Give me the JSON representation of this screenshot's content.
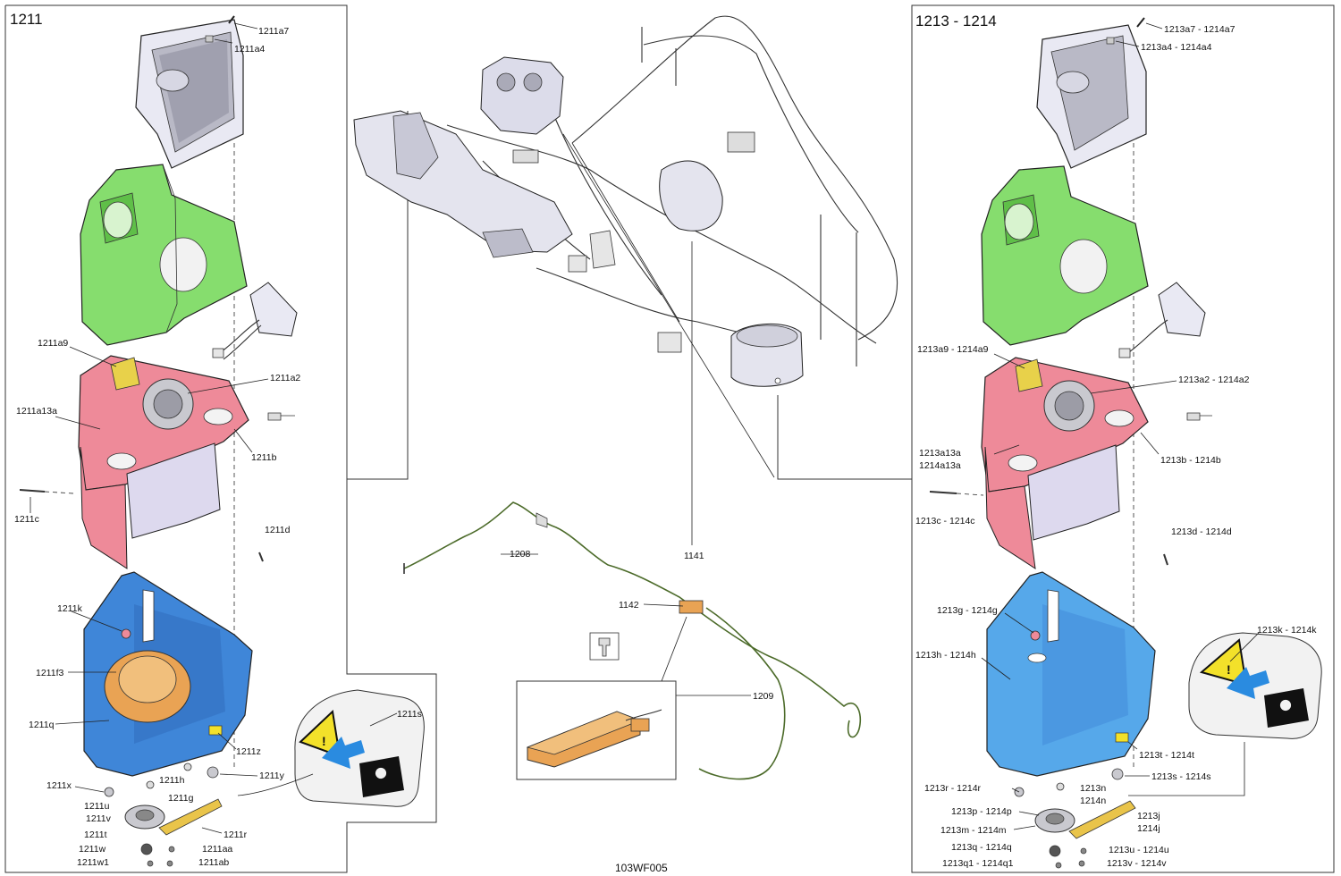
{
  "diagram": {
    "drawing_number": "103WF005",
    "panels": [
      {
        "id": "left",
        "title": "1211",
        "labels": [
          "1211a7",
          "1211a4",
          "1211a9",
          "1211a2",
          "1211a13a",
          "1211b",
          "1211c",
          "1211d",
          "1211k",
          "1211f3",
          "1211q",
          "1211z",
          "1211s",
          "1211h",
          "1211y",
          "1211x",
          "1211g",
          "1211u",
          "1211v",
          "1211t",
          "1211r",
          "1211w",
          "1211aa",
          "1211w1",
          "1211ab"
        ]
      },
      {
        "id": "right",
        "title": "1213 - 1214",
        "labels": [
          "1213a7 - 1214a7",
          "1213a4 - 1214a4",
          "1213a9 - 1214a9",
          "1213a2 - 1214a2",
          "1213a13a",
          "1214a13a",
          "1213b - 1214b",
          "1213c - 1214c",
          "1213d - 1214d",
          "1213g - 1214g",
          "1213h - 1214h",
          "1213k - 1214k",
          "1213t - 1214t",
          "1213s - 1214s",
          "1213r - 1214r",
          "1213n",
          "1214n",
          "1213p - 1214p",
          "1213j",
          "1214j",
          "1213m - 1214m",
          "1213q - 1214q",
          "1213u - 1214u",
          "1213q1 - 1214q1",
          "1213v - 1214v"
        ]
      }
    ],
    "center_labels": [
      "1208",
      "1141",
      "1142",
      "1209"
    ],
    "colors": {
      "cover": "#e9e9f3",
      "frame_green": "#86dd6e",
      "body_pink": "#ee8a99",
      "base_blue": "#3f86d8",
      "base_blue_light": "#56a8ea",
      "module_orange": "#e9a354",
      "wire_green": "#4c6b2a",
      "decal_yellow": "#f3e12a"
    },
    "icons": [
      "warning-triangle-icon",
      "arrow-left-icon",
      "lock-icon"
    ]
  }
}
